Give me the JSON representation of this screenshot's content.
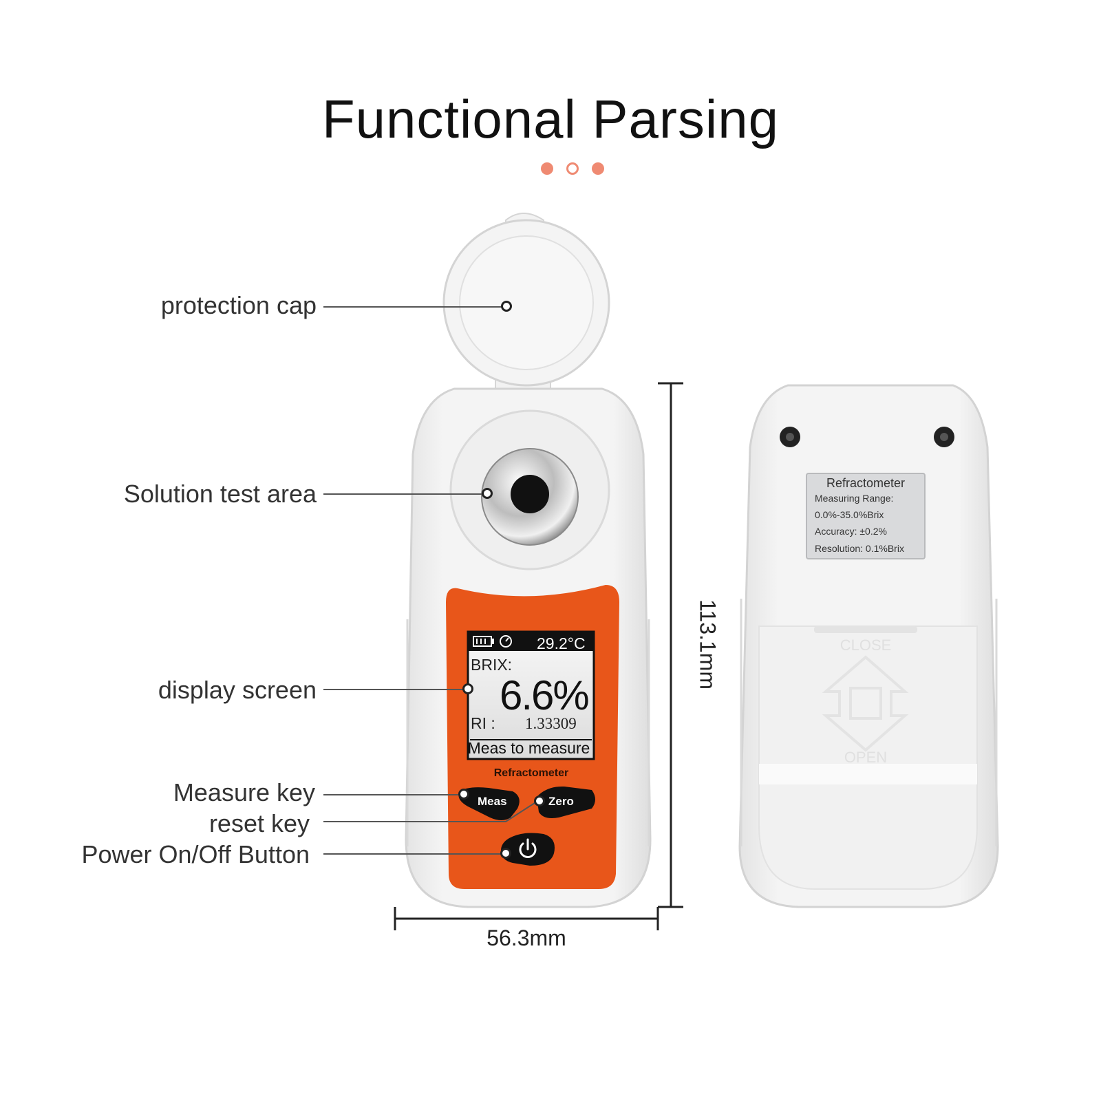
{
  "title": "Functional Parsing",
  "accent_color": "#ef8a72",
  "callouts": {
    "protection_cap": "protection cap",
    "solution_test_area": "Solution test area",
    "display_screen": "display screen",
    "measure_key": "Measure key",
    "reset_key": "reset key",
    "power_button": "Power On/Off Button"
  },
  "screen": {
    "temperature": "29.2°C",
    "brix_label": "BRIX:",
    "brix_value": "6.6%",
    "ri_label": "RI :",
    "ri_value": "1.33309",
    "status": "Meas to measure"
  },
  "front_panel": {
    "brand": "Refractometer",
    "meas_label": "Meas",
    "zero_label": "Zero",
    "power_icon": "power-icon"
  },
  "back_label": {
    "title": "Refractometer",
    "range_label": "Measuring Range:",
    "range_value": "0.0%-35.0%Brix",
    "accuracy": "Accuracy: ±0.2%",
    "resolution": "Resolution: 0.1%Brix"
  },
  "battery_cover": {
    "close": "CLOSE",
    "open": "OPEN"
  },
  "dimensions": {
    "width": "56.3mm",
    "height": "113.1mm"
  }
}
